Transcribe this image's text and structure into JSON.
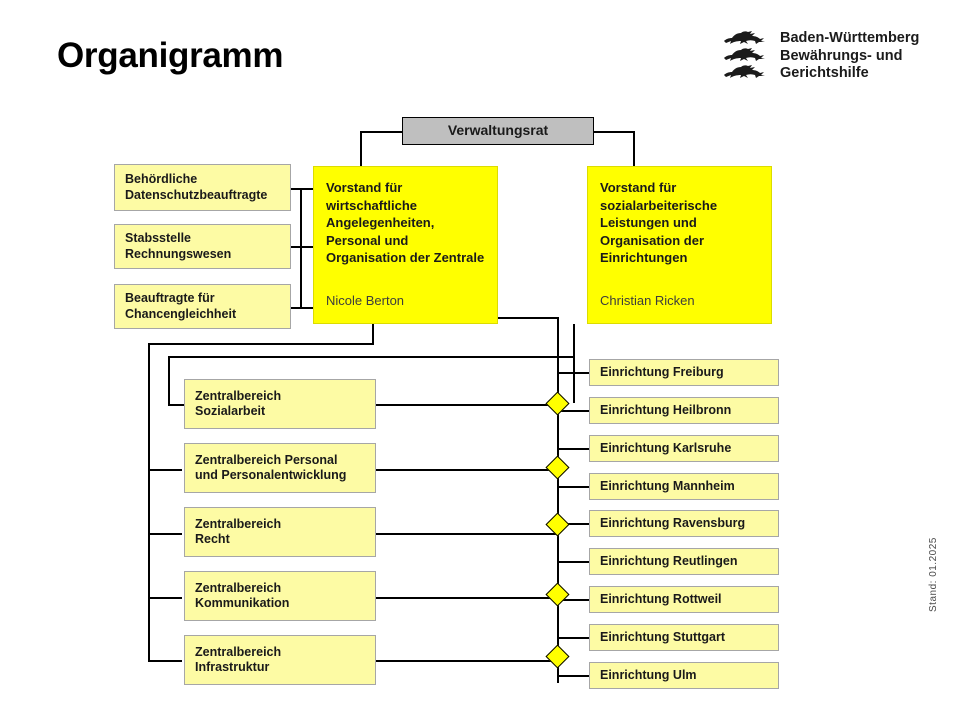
{
  "header": {
    "title": "Organigramm",
    "logo": {
      "line1": "Baden-Württemberg",
      "line2": "Bewährungs- und",
      "line3": "Gerichtshilfe",
      "lion_icon": "lion-icon"
    }
  },
  "footer": {
    "stand": "Stand: 01.2025"
  },
  "colors": {
    "board_fill": "#ffff00",
    "pale_fill": "#fdfba4",
    "gray_fill": "#bfbfbf",
    "line": "#000000",
    "text": "#1a1a1a",
    "person_text": "#3d3d3d"
  },
  "council": {
    "label": "Verwaltungsrat"
  },
  "boards": [
    {
      "title": "Vorstand für wirtschaftliche Angelegenheiten, Personal und Organisation der Zentrale",
      "person": "Nicole Berton"
    },
    {
      "title": "Vorstand für sozialarbeiterische Leistungen und Organisation der Einrichtungen",
      "person": "Christian Ricken"
    }
  ],
  "staff_units": [
    {
      "label": "Behördliche\nDatenschutzbeauftragte"
    },
    {
      "label": "Stabsstelle\nRechnungswesen"
    },
    {
      "label": "Beauftragte für\nChancengleichheit"
    }
  ],
  "central_areas": [
    {
      "label": "Zentralbereich\nSozialarbeit"
    },
    {
      "label": "Zentralbereich Personal\nund Personalentwicklung"
    },
    {
      "label": "Zentralbereich\nRecht"
    },
    {
      "label": "Zentralbereich\nKommunikation"
    },
    {
      "label": "Zentralbereich\nInfrastruktur"
    }
  ],
  "facilities": [
    {
      "label": "Einrichtung Freiburg"
    },
    {
      "label": "Einrichtung Heilbronn"
    },
    {
      "label": "Einrichtung Karlsruhe"
    },
    {
      "label": "Einrichtung Mannheim"
    },
    {
      "label": "Einrichtung Ravensburg"
    },
    {
      "label": "Einrichtung Reutlingen"
    },
    {
      "label": "Einrichtung Rottweil"
    },
    {
      "label": "Einrichtung Stuttgart"
    },
    {
      "label": "Einrichtung Ulm"
    }
  ]
}
